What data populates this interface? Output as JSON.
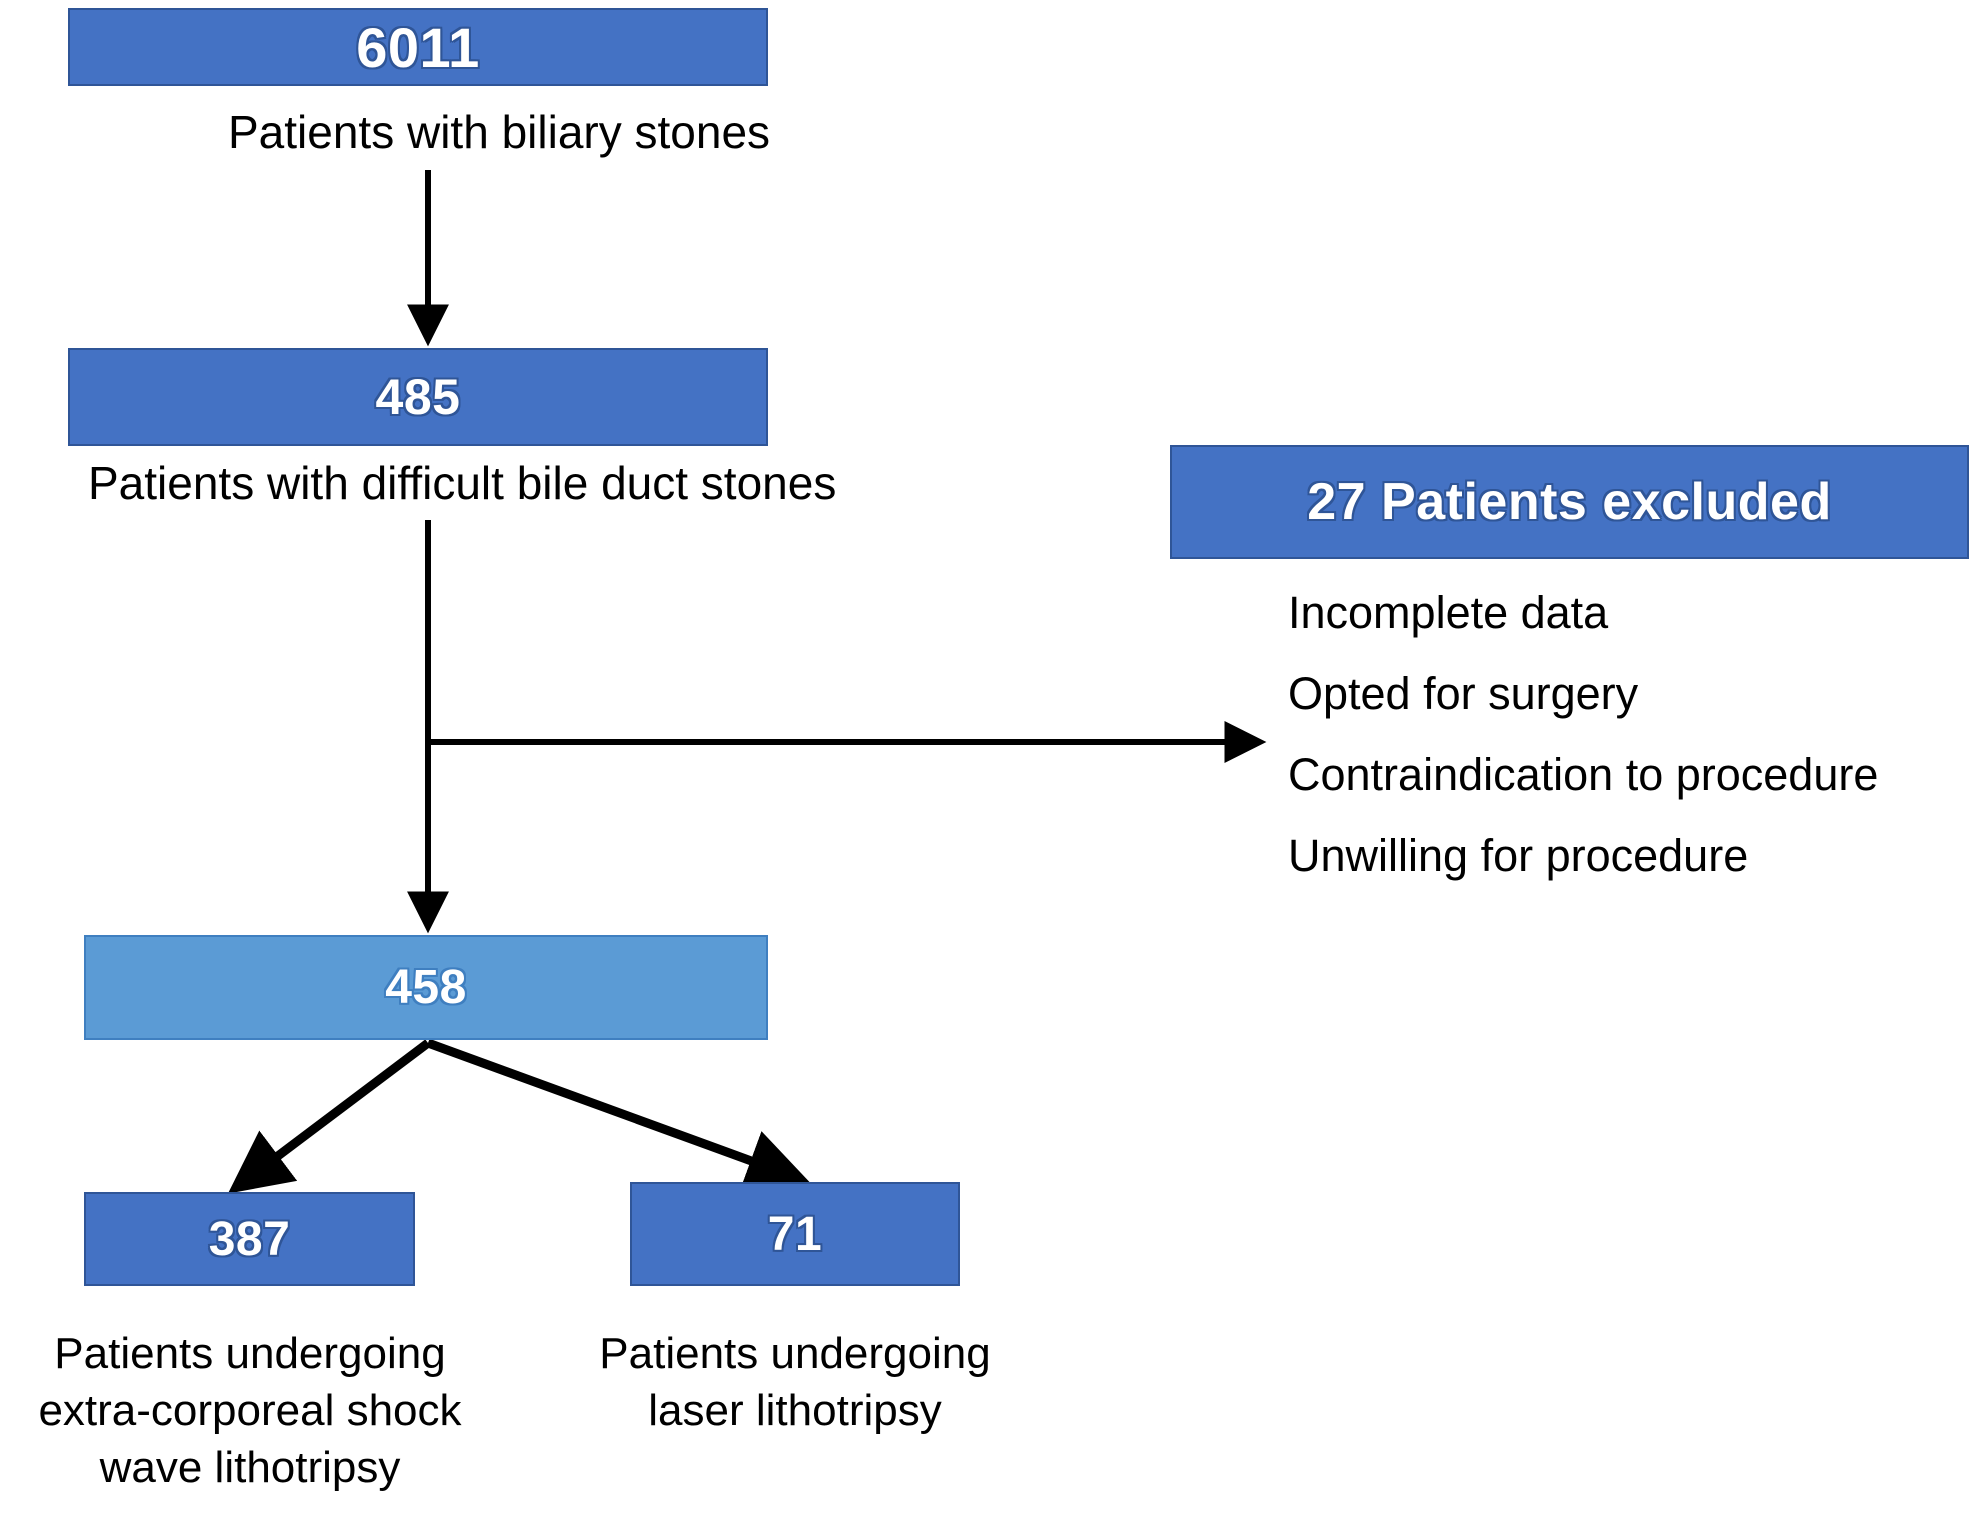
{
  "diagram": {
    "title": "Patient enrollment flow for difficult bile duct stone lithotripsy",
    "colors": {
      "box_primary": "#4472C4",
      "box_secondary": "#5B9BD5",
      "box_border": "#2F5597",
      "text_on_box": "#FFFFFF",
      "caption_text": "#000000",
      "connector": "#000000",
      "background": "#FFFFFF"
    },
    "nodes": {
      "total_screened": {
        "value": "6011",
        "caption": "Patients with biliary stones"
      },
      "difficult_stones": {
        "value": "485",
        "caption": "Patients with difficult bile duct stones"
      },
      "excluded": {
        "value": "27 Patients excluded",
        "reasons": [
          "Incomplete data",
          "Opted for surgery",
          "Contraindication to procedure",
          "Unwilling for procedure"
        ]
      },
      "enrolled": {
        "value": "458",
        "caption": ""
      },
      "arm_eswl": {
        "value": "387",
        "caption_lines": [
          "Patients undergoing",
          "extra-corporeal shock",
          "wave lithotripsy"
        ],
        "caption": "Patients undergoing extra-corporeal shock wave lithotripsy"
      },
      "arm_laser": {
        "value": "71",
        "caption_lines": [
          "Patients undergoing",
          "laser lithotripsy"
        ],
        "caption": "Patients undergoing laser lithotripsy"
      }
    },
    "connectors": [
      {
        "name": "screened-to-difficult",
        "from": "total_screened",
        "to": "difficult_stones",
        "style": "vertical-arrow"
      },
      {
        "name": "difficult-to-excluded",
        "from": "difficult_stones",
        "to": "excluded",
        "style": "horizontal-arrow"
      },
      {
        "name": "difficult-to-enrolled",
        "from": "difficult_stones",
        "to": "enrolled",
        "style": "vertical-arrow"
      },
      {
        "name": "enrolled-to-eswl",
        "from": "enrolled",
        "to": "arm_eswl",
        "style": "diagonal-arrow-left"
      },
      {
        "name": "enrolled-to-laser",
        "from": "enrolled",
        "to": "arm_laser",
        "style": "diagonal-arrow-right"
      }
    ]
  }
}
